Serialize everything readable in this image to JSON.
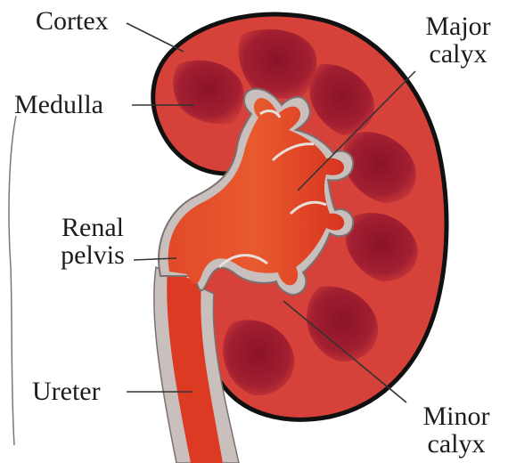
{
  "labels": {
    "cortex": "Cortex",
    "medulla": "Medulla",
    "renal_pelvis_line1": "Renal",
    "renal_pelvis_line2": "pelvis",
    "ureter": "Ureter",
    "major_calyx_line1": "Major",
    "major_calyx_line2": "calyx",
    "minor_calyx_line1": "Minor",
    "minor_calyx_line2": "calyx"
  },
  "colors": {
    "cortex": "#d6423a",
    "medulla_pyramid": "#9e1c2e",
    "pelvis": "#dc3a22",
    "capsule_outline": "#111111",
    "calyx_lining": "#c9c0bd",
    "leader_line": "#333333"
  }
}
